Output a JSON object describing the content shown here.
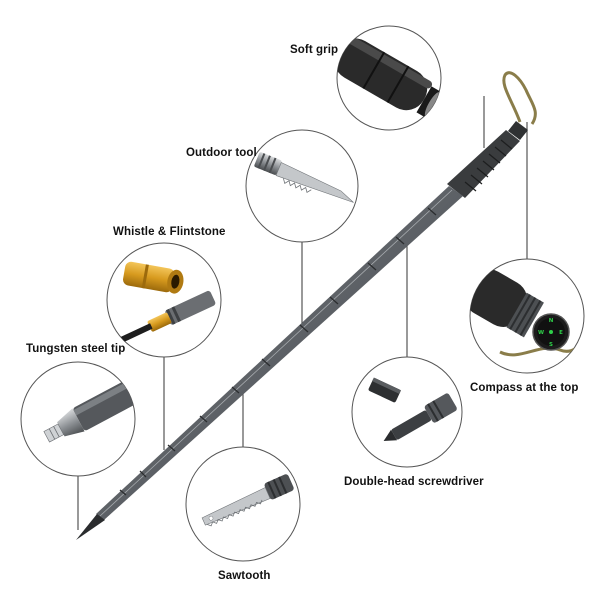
{
  "labels": {
    "soft_grip": "Soft grip",
    "outdoor_tool": "Outdoor tool",
    "whistle_flintstone": "Whistle & Flintstone",
    "tungsten_tip": "Tungsten steel tip",
    "compass": "Compass at the top",
    "screwdriver": "Double-head screwdriver",
    "sawtooth": "Sawtooth"
  },
  "compass_marks": {
    "north": "N",
    "east": "E",
    "south": "S",
    "west": "W"
  },
  "colors": {
    "pole": "#6e7276",
    "pole_dark": "#3c3f42",
    "grip": "#2a2a2a",
    "gold": "#d79a1e",
    "cord": "#8a7d4a",
    "circle_stroke": "#555555",
    "compass_green": "#2fd04a"
  }
}
